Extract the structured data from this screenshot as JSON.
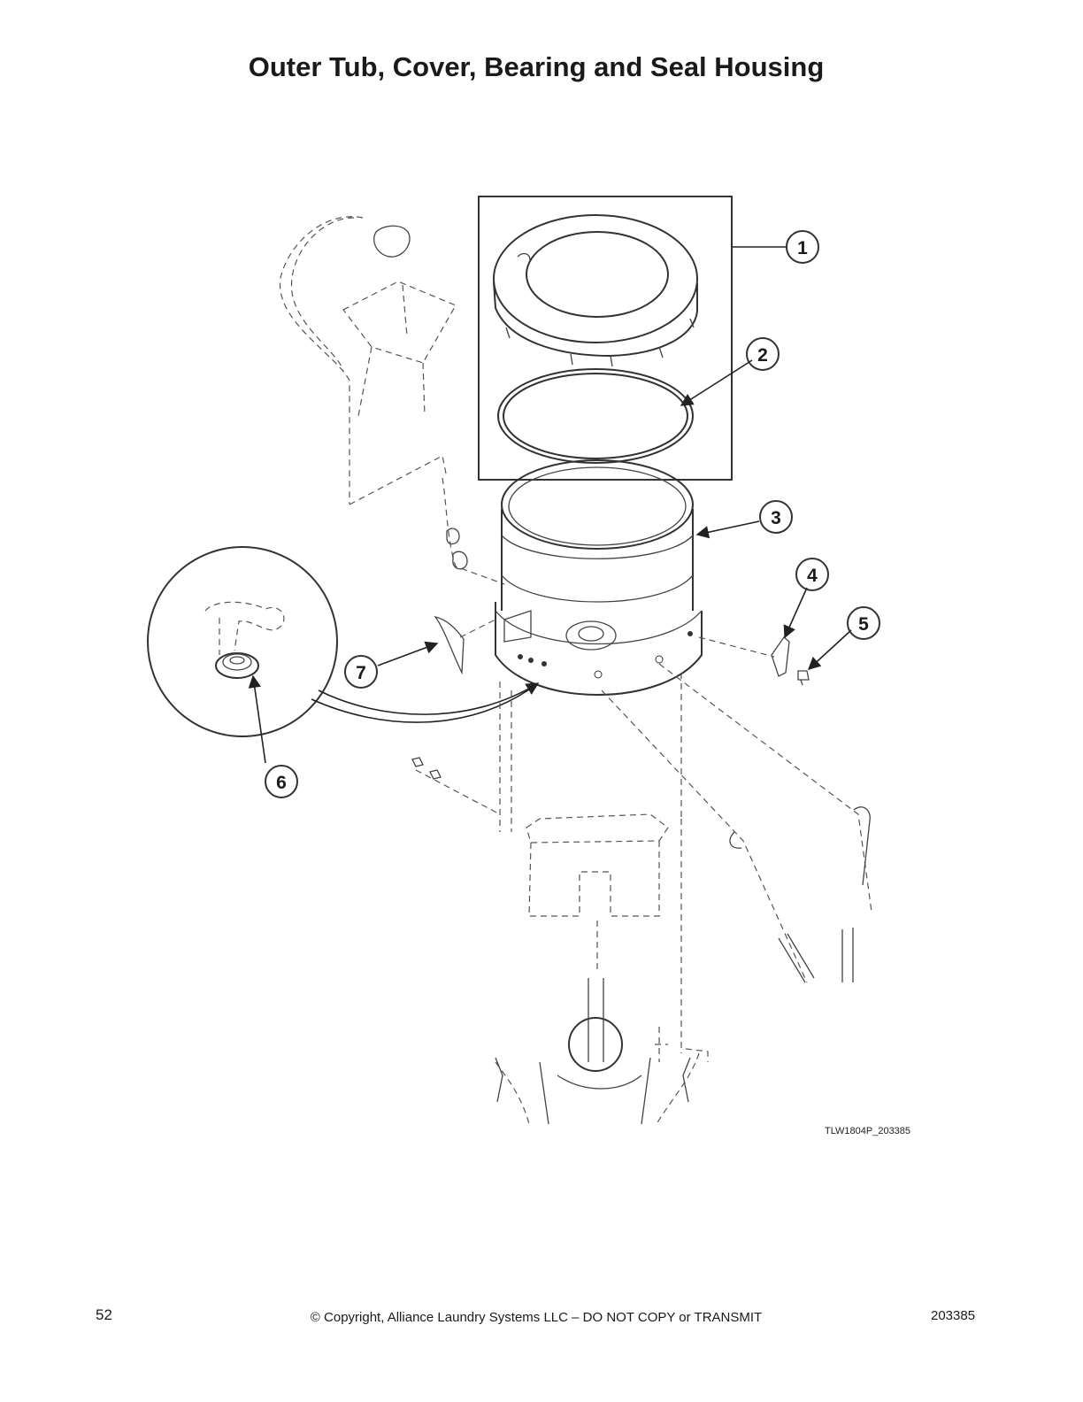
{
  "page": {
    "title": "Outer Tub, Cover, Bearing and Seal Housing",
    "drawing_id": "TLW1804P_203385",
    "footer": {
      "page_number": "52",
      "copyright": "© Copyright, Alliance Laundry Systems LLC – DO NOT COPY or TRANSMIT",
      "document_number": "203385"
    }
  },
  "callouts": [
    "1",
    "2",
    "3",
    "4",
    "5",
    "6",
    "7"
  ]
}
